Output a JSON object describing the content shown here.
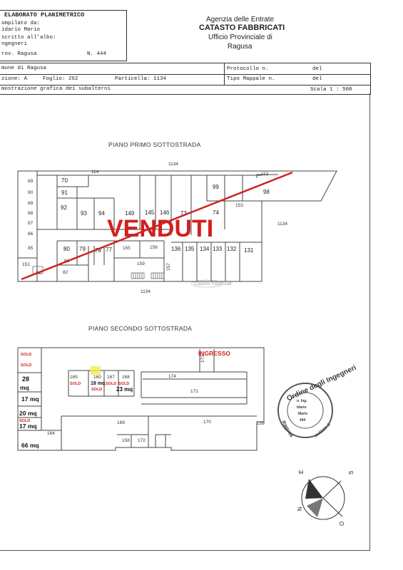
{
  "header": {
    "doc_title": "ELABORATO PLANIMETRICO",
    "compiled_label": "ompilato da:",
    "compiled_name": "idario Mario",
    "albo_label": "scritto all'albo:",
    "albo_value": "ngegneri",
    "prov": "rov. Ragusa",
    "number": "N. 444",
    "agency": "Agenzia delle Entrate",
    "catasto": "CATASTO FABBRICATI",
    "office": "Ufficio Provinciale di",
    "city": "Ragusa",
    "comune": "mune di Ragusa",
    "sezione": "zione: A",
    "foglio": "Foglio: 262",
    "particella": "Particella: 1134",
    "protocollo": "Protocollo n.",
    "tipo_mappale": "Tipo Mappale n.",
    "del1": "del",
    "del2": "del",
    "dimostrazione": "mostrazione grafica dei subalterni",
    "scala": "Scala 1 : 500"
  },
  "plan1": {
    "title": "PIANO PRIMO SOTTOSTRADA",
    "sold_overlay": "VENDUTI",
    "parcel": "1134",
    "north_labels": [
      "89",
      "90",
      "89",
      "88",
      "87",
      "86",
      "85",
      "151"
    ],
    "rooms": [
      "70",
      "91",
      "92",
      "93",
      "94",
      "149",
      "145",
      "146",
      "73",
      "74",
      "99",
      "98",
      "153",
      "112",
      "114",
      "80",
      "79",
      "78",
      "77",
      "155",
      "156",
      "136",
      "135",
      "134",
      "133",
      "132",
      "131",
      "81",
      "82",
      "84",
      "159",
      "157"
    ]
  },
  "plan2": {
    "title": "PIANO SECONDO SOTTOSTRADA",
    "ingresso": "INGRESSO",
    "sold": "SOLD",
    "area_28": "28",
    "area_mq": "mq",
    "area_17a": "17 mq",
    "area_20": "20 mq",
    "area_17b": "17 mq",
    "area_66": "66 mq",
    "area_18": "18 mq",
    "area_23": "23 mq",
    "rooms": [
      "165",
      "160",
      "167",
      "168",
      "174",
      "171",
      "169",
      "170",
      "164",
      "158",
      "172",
      "173",
      "158"
    ]
  },
  "stamp": {
    "outer": "Ordine degli Ingegneri",
    "province": "Ragusa",
    "inner": [
      "n. Ing.",
      "Idario",
      "Mario",
      "444"
    ],
    "sezione": "sezione A"
  },
  "compass": {
    "n": "N",
    "e": "E",
    "s": "S",
    "o": "O"
  }
}
